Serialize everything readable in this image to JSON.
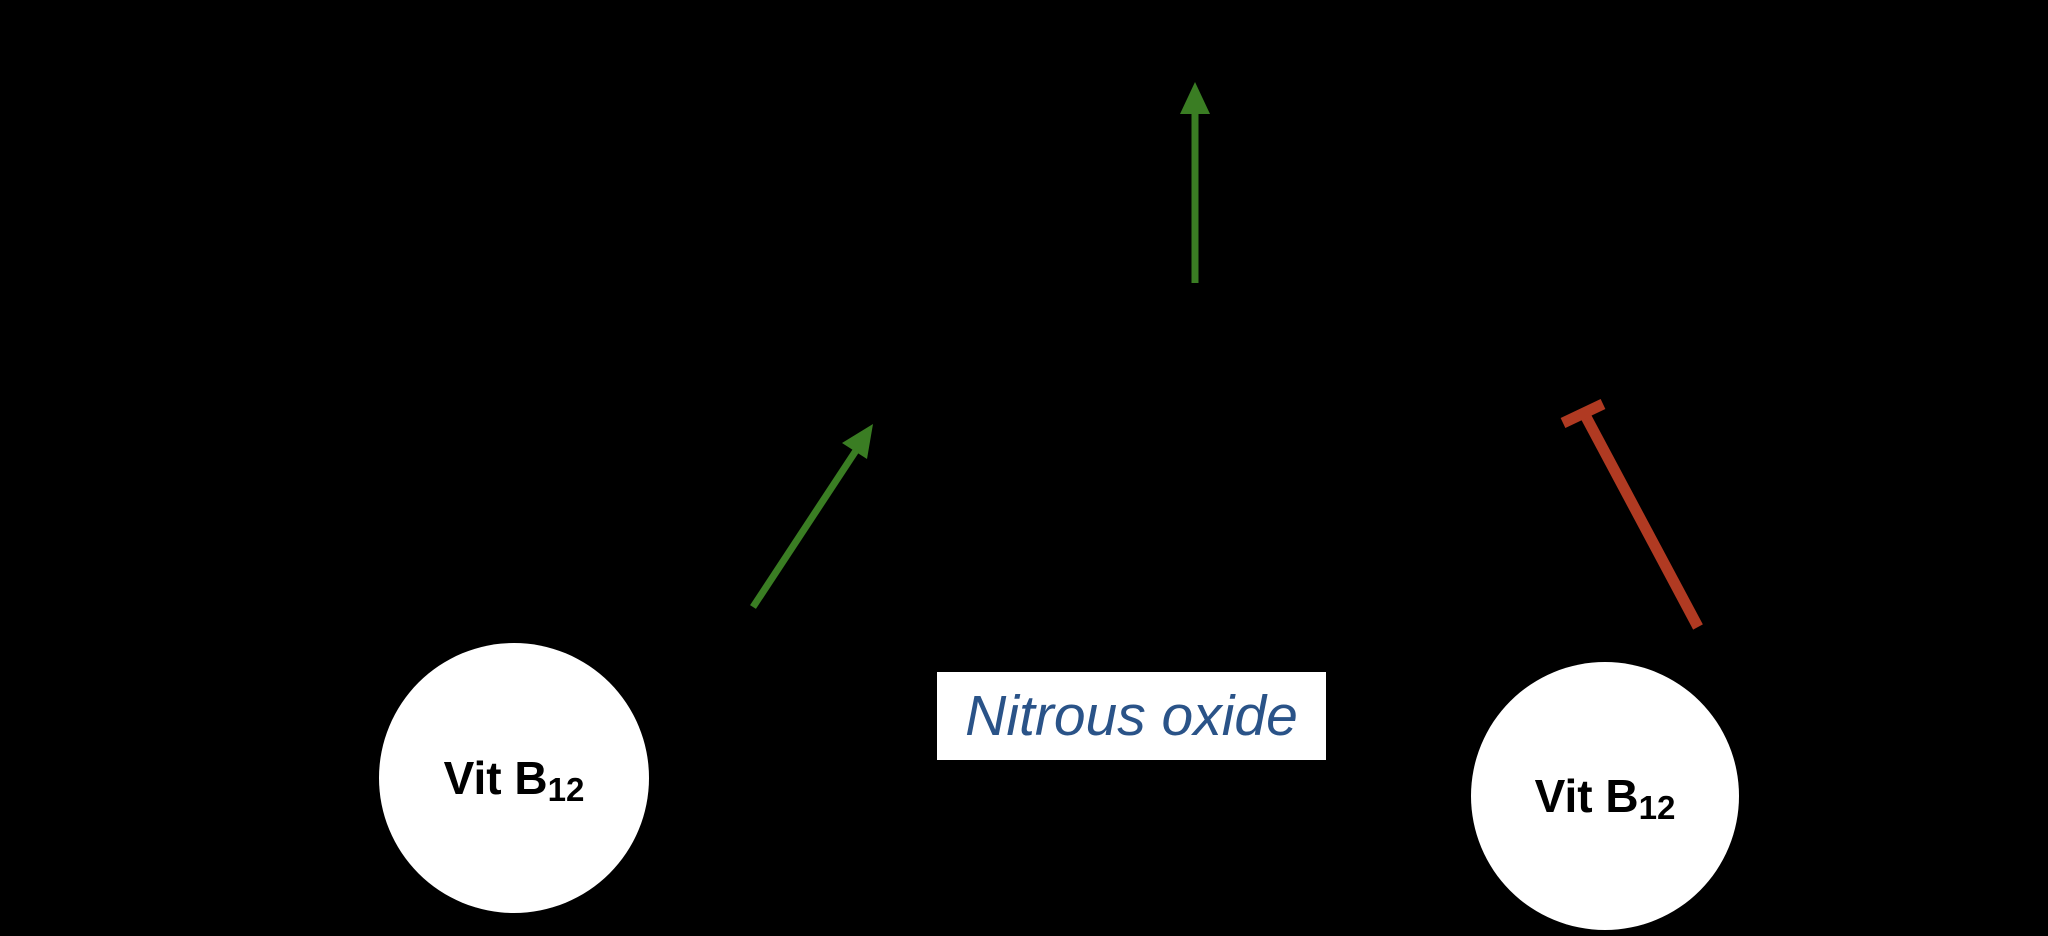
{
  "diagram": {
    "background": "#000000",
    "colors": {
      "activation_green": "#3a7d23",
      "inhibition_red": "#b03a22",
      "label_blue": "#2a5388",
      "node_fill": "#ffffff",
      "node_text": "#000000",
      "label_box_fill": "#ffffff"
    },
    "nitrous_oxide_label": {
      "text": "Nitrous oxide"
    },
    "nodes": {
      "left": {
        "main": "Vit B",
        "sub": "12"
      },
      "right": {
        "main": "Vit B",
        "sub": "12"
      }
    },
    "shapes": {
      "activation_arrow_up": "green-up-arrow",
      "activation_arrow_diagonal": "green-diagonal-up-right-arrow",
      "inhibition_bar": "red-inhibition-tbar"
    }
  }
}
